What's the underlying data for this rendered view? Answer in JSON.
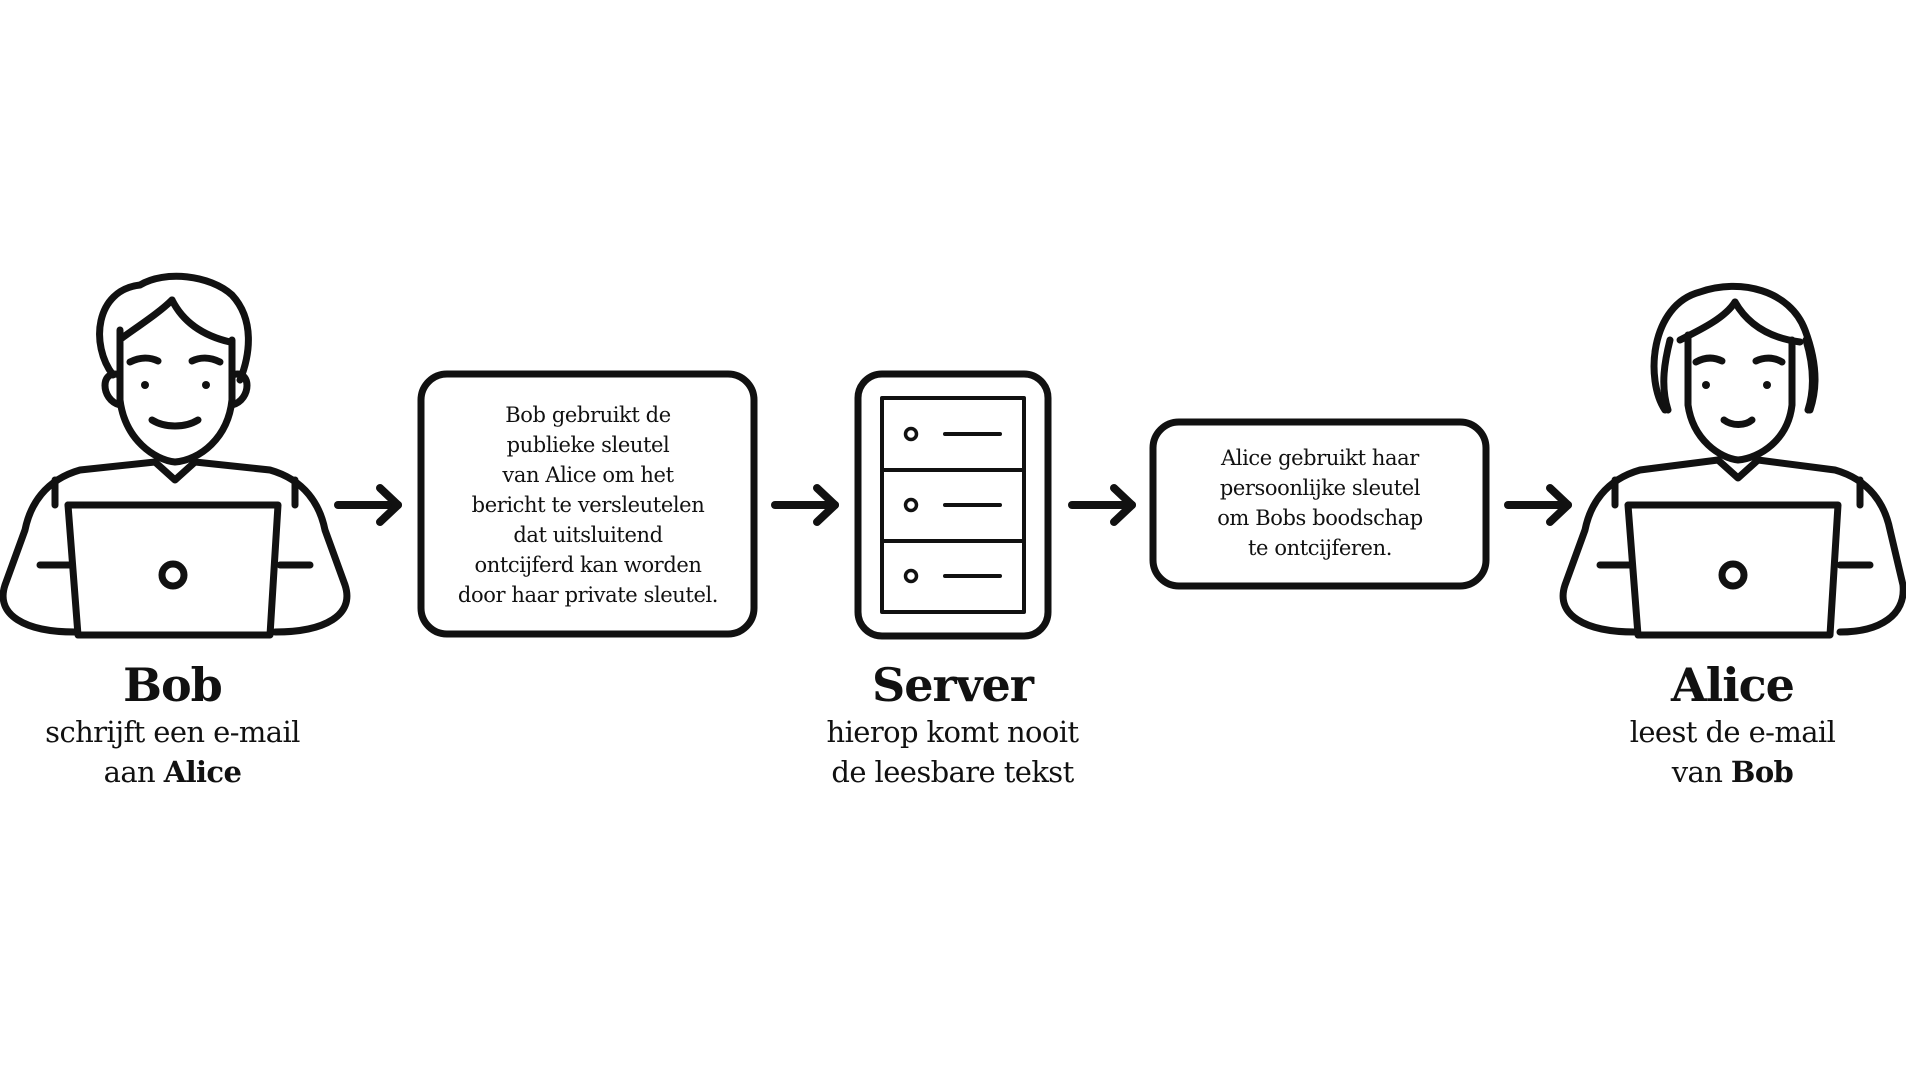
{
  "diagram": {
    "bob": {
      "name": "Bob",
      "line1": "schrijft een e-mail",
      "line2_prefix": "aan ",
      "line2_bold": "Alice"
    },
    "bob_box": {
      "text": "Bob gebruikt de\npublieke sleutel\nvan Alice om het\nbericht te versleutelen\ndat uitsluitend\nontcijferd kan worden\ndoor haar private sleutel."
    },
    "server": {
      "name": "Server",
      "line1": "hierop komt nooit",
      "line2": "de leesbare tekst"
    },
    "alice_box": {
      "text": "Alice gebruikt haar\npersoonlijke sleutel\nom Bobs boodschap\nte ontcijferen."
    },
    "alice": {
      "name": "Alice",
      "line1": "leest de e-mail",
      "line2_prefix": "van ",
      "line2_bold": "Bob"
    }
  },
  "colors": {
    "stroke": "#111111",
    "background": "#ffffff"
  },
  "icons": [
    "man-with-laptop-icon",
    "server-rack-icon",
    "woman-with-laptop-icon",
    "arrow-right-icon"
  ]
}
